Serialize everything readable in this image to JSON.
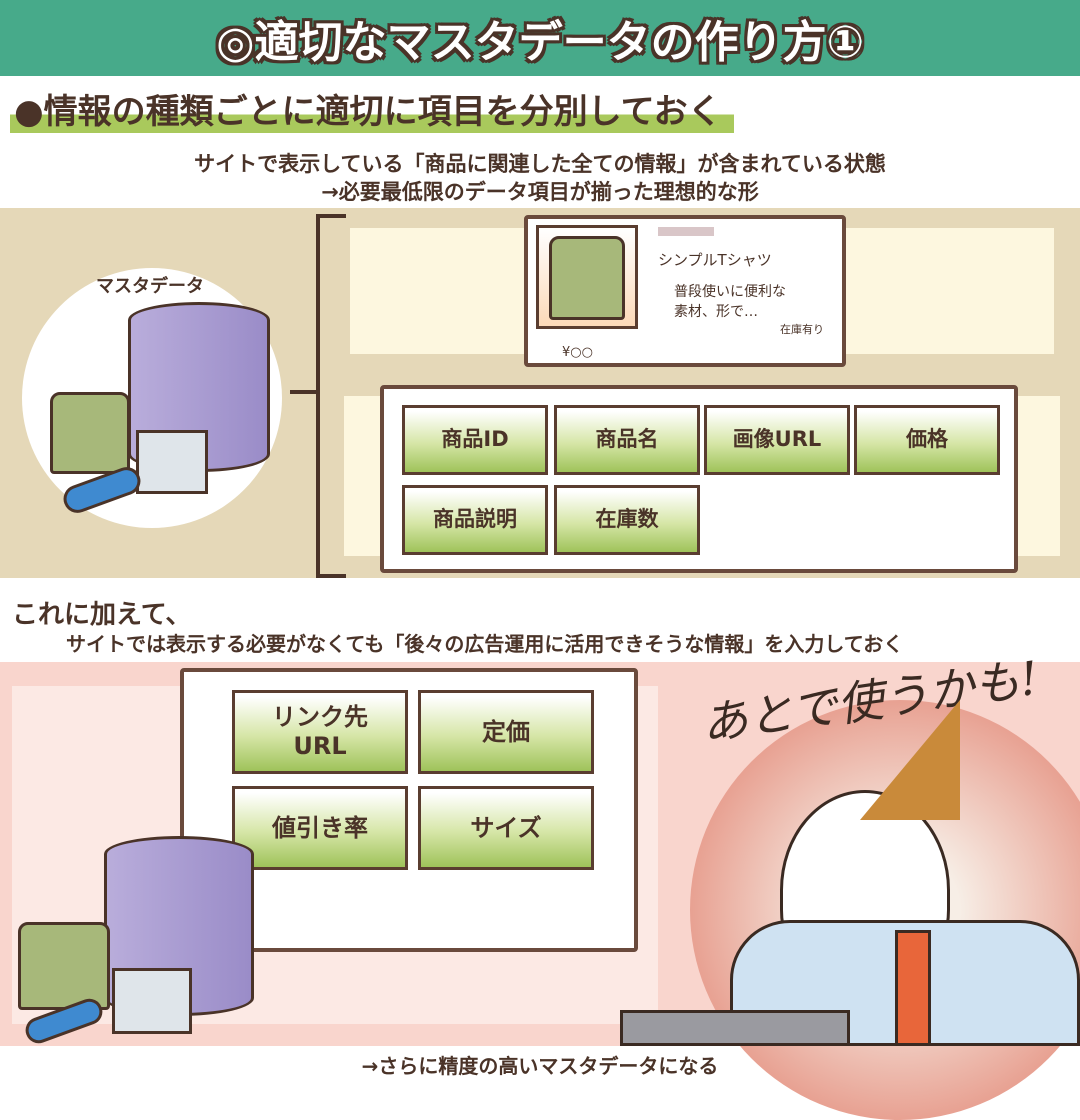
{
  "title": "◎適切なマスタデータの作り方①",
  "subtitle": "●情報の種類ごとに適切に項目を分別しておく",
  "intro": {
    "line1": "サイトで表示している「商品に関連した全ての情報」が含まれている状態",
    "line2": "→必要最低限のデータ項目が揃った理想的な形"
  },
  "master_label": "マスタデータ",
  "product_card": {
    "name": "シンプルTシャツ",
    "description_line1": "普段使いに便利な",
    "description_line2": "素材、形で…",
    "stock": "在庫有り",
    "price": "¥○○"
  },
  "basic_fields": [
    "商品ID",
    "商品名",
    "画像URL",
    "価格",
    "商品説明",
    "在庫数"
  ],
  "addition": {
    "heading": "これに加えて、",
    "line": "サイトでは表示する必要がなくても「後々の広告運用に活用できそうな情報」を入力しておく"
  },
  "extra_fields": [
    "リンク先\nURL",
    "定価",
    "値引き率",
    "サイズ"
  ],
  "shout": "あとで使うかも!",
  "conclusion": "→さらに精度の高いマスタデータになる",
  "colors": {
    "title_bg": "#47aa8a",
    "highlight": "#a9c95c",
    "band1": "#e5d8b8",
    "band2": "#f9d5cd",
    "text": "#4a3328"
  }
}
